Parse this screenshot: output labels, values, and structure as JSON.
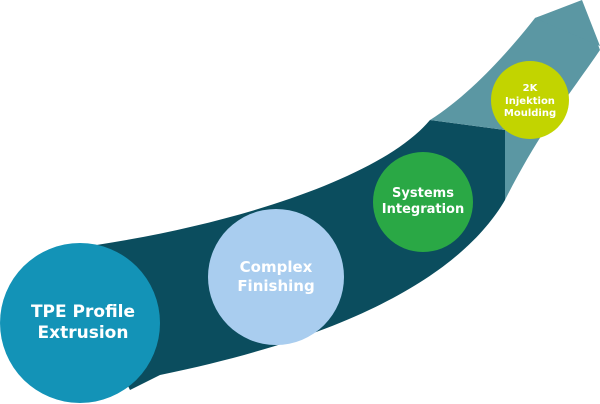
{
  "colors": {
    "band_dark": "#0b4d5e",
    "band_light": "#5b97a3",
    "stage1": "#1393b7",
    "stage2": "#a9cdef",
    "stage3": "#2aa845",
    "stage4": "#c2d400"
  },
  "stages": [
    {
      "line1": "TPE Profile",
      "line2": "Extrusion"
    },
    {
      "line1": "Complex",
      "line2": "Finishing"
    },
    {
      "line1": "Systems",
      "line2": "Integration"
    },
    {
      "line1": "2K",
      "line2": "Injektion",
      "line3": "Moulding"
    }
  ]
}
